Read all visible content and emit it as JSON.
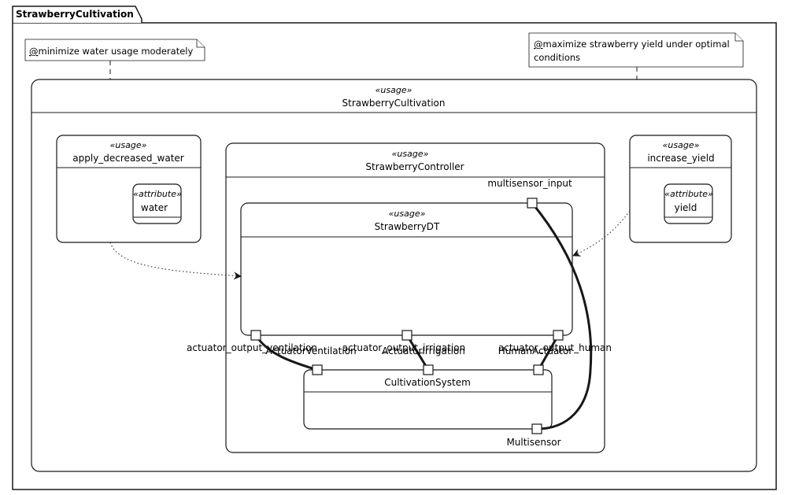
{
  "package": {
    "title": "StrawberryCultivation"
  },
  "notes": {
    "water": {
      "at": "@",
      "text": "minimize water usage moderately"
    },
    "yield": {
      "at": "@",
      "line1": "maximize strawberry yield under optimal",
      "line2": "conditions"
    }
  },
  "stereotypes": {
    "usage": "«usage»",
    "attribute": "«attribute»"
  },
  "usages": {
    "root": {
      "name": "StrawberryCultivation"
    },
    "apply_water": {
      "name": "apply_decreased_water",
      "attribute": "water"
    },
    "increase_yield": {
      "name": "increase_yield",
      "attribute": "yield"
    },
    "controller": {
      "name": "StrawberryController",
      "port": "multisensor_input"
    },
    "dt": {
      "name": "StrawberryDT",
      "ports": {
        "ventilation": "actuator_output_ventilation",
        "irrigation": "actuator_output_irrigation",
        "human": "actuator_output_human"
      }
    },
    "cultivation": {
      "name": "CultivationSystem",
      "ports": {
        "ventilation": "ActuatorVentilation",
        "irrigation": "ActuatorIrrigation",
        "human": "HumanActuator",
        "multisensor": "Multisensor"
      }
    }
  },
  "colors": {
    "line": "#181818",
    "background": "#ffffff"
  }
}
